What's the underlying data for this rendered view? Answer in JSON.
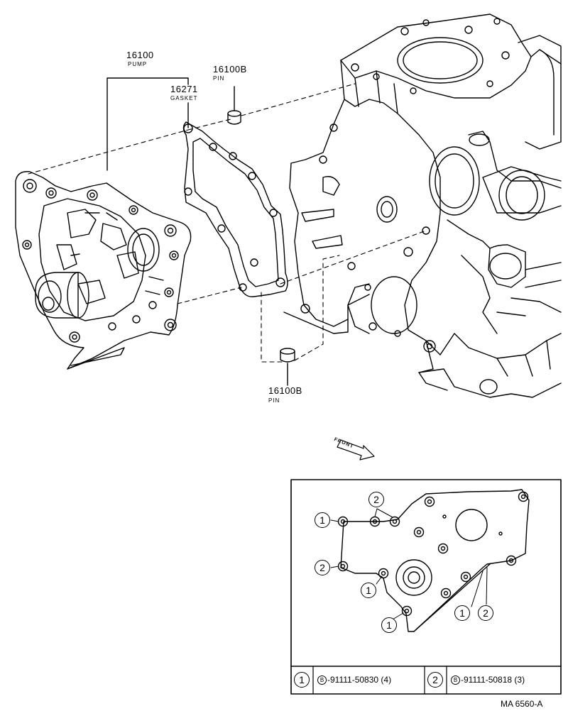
{
  "parts": {
    "pump": {
      "number": "16100",
      "name": "PUMP"
    },
    "gasket": {
      "number": "16271",
      "name": "GASKET"
    },
    "pin_top": {
      "number": "16100B",
      "name": "PIN"
    },
    "pin_bottom": {
      "number": "16100B",
      "name": "PIN"
    }
  },
  "front_label": "FRONT",
  "inset": {
    "callout_1": "1",
    "callout_2": "2",
    "bolt_legend": [
      {
        "callout": "1",
        "symbol": "B",
        "part": "-91111-50830 (4)"
      },
      {
        "callout": "2",
        "symbol": "B",
        "part": "-91111-50818 (3)"
      }
    ]
  },
  "ref_code": "MA 6560-A"
}
